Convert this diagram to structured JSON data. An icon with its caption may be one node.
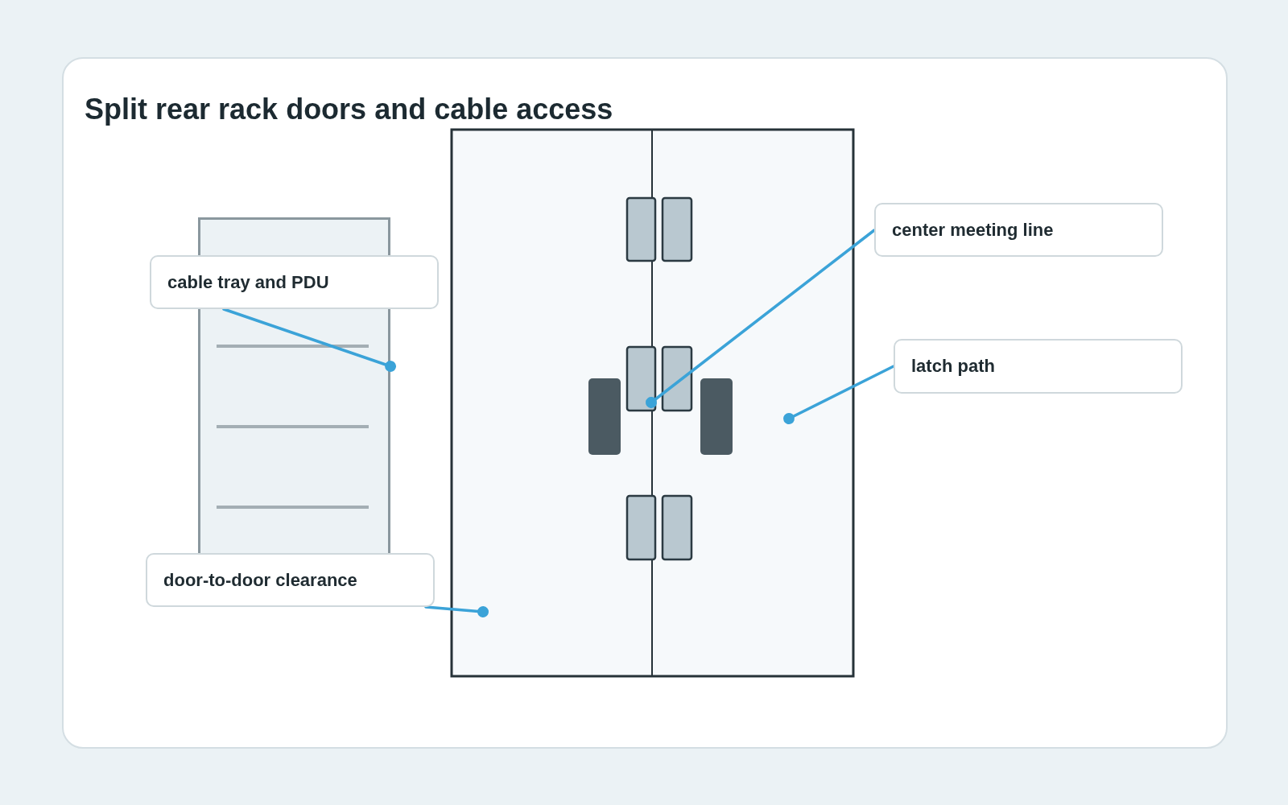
{
  "diagram": {
    "title": "Split rear rack doors and cable access",
    "nodes": [
      {
        "text": [
          "cable tray and PDU"
        ]
      },
      {
        "text": [],
        "shape": "box"
      },
      {
        "text": [
          "center meeting line"
        ]
      },
      {
        "text": [
          "latch path"
        ]
      },
      {
        "text": [
          "door-to-door clearance"
        ]
      }
    ],
    "edges": [
      {
        "from": 0,
        "to": 1,
        "arrow": "other"
      },
      {
        "from": 2,
        "to": null,
        "arrow": "other"
      },
      {
        "from": 3,
        "to": null,
        "arrow": "other"
      },
      {
        "from": 4,
        "to": null,
        "arrow": "other"
      }
    ]
  }
}
